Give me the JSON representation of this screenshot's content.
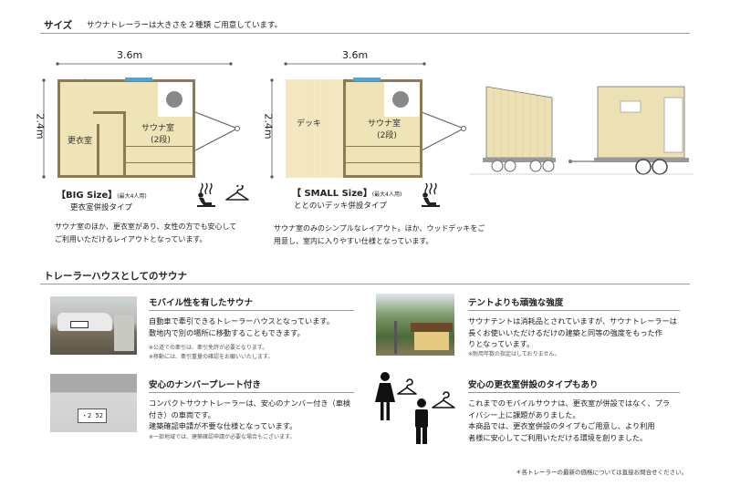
{
  "size_section": {
    "title": "サイズ",
    "description": "サウナトレーラーは大きさを２種類 ご用意しています。"
  },
  "big": {
    "width_label": "3.6m",
    "depth_label": "2.4m",
    "room_changing": "更衣室",
    "room_sauna_line1": "サウナ室",
    "room_sauna_line2": "(2段)",
    "name": "【BIG Size】",
    "capacity": "(最大4人用)",
    "subtitle": "更衣室併設タイプ",
    "desc_line1": "サウナ室のほか、更衣室があり、女性の方でも安心して",
    "desc_line2": "ご利用いただけるレイアウトとなっています。"
  },
  "small": {
    "width_label": "3.6m",
    "depth_label": "2.4m",
    "room_deck": "デッキ",
    "room_sauna_line1": "サウナ室",
    "room_sauna_line2": "(2段)",
    "name": "【 SMALL Size】",
    "capacity": "(最大4人用)",
    "subtitle": "ととのいデッキ併設タイプ",
    "desc_line1": "サウナ室のみのシンプルなレイアウト。ほか、ウッドデッキをご",
    "desc_line2": "用意し、室内に入りやすい仕様となっています。"
  },
  "house_section": {
    "title": "トレーラーハウスとしてのサウナ"
  },
  "features": [
    {
      "title": "モバイル性を有したサウナ",
      "line1": "自動車で牽引できるトレーラーハウスとなっています。",
      "line2": "敷地内で別の場所に移動することもできます。",
      "note1": "※公道での牽引は、牽引免許が必要となります。",
      "note2": "※移動には、牽引重量の確認をお願いいたします。"
    },
    {
      "title": "安心のナンバープレート付き",
      "line1": "コンパクトサウナトレーラーは、安心のナンバー付き（車検",
      "line2": "付き）の車両です。",
      "line3": "建築確認申請が不要な仕様となっています。",
      "note1": "※一部地域では、建築確認申請が必要な場合もございます。",
      "plate": "・2 52"
    },
    {
      "title": "テントよりも頑強な強度",
      "line1": "サウナテントは消耗品とされていますが、サウナトレーラーは",
      "line2": "長くお使いいただけるだけの建築と同等の強度をもった作",
      "line3": "りとなっています。",
      "note1": "※耐用年数の指定はしておりません。"
    },
    {
      "title": "安心の更衣室併設のタイプもあり",
      "line1": "これまでのモバイルサウナは、更衣室が併設ではなく、プラ",
      "line2": "イバシー上に課題がありました。",
      "line3": "本商品では、更衣室併設のタイプもご用意し、より利用",
      "line4": "者様に安心してご利用いただける環境を創りました。"
    }
  ],
  "footer_note": "＊各トレーラーの最新の価格については直接お問合せください。",
  "colors": {
    "floor": "#efe3b8",
    "wall": "#8c7a50",
    "deck": "#f2e4b8",
    "window": "#4aa8d8"
  }
}
